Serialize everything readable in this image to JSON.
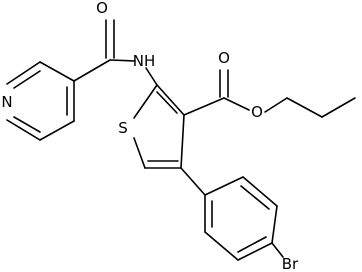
{
  "molecule": {
    "atoms": {
      "O_amide": "O",
      "NH": "NH",
      "N_pyridine": "N",
      "S": "S",
      "O_carbonyl": "O",
      "O_ester": "O",
      "Br": "Br"
    }
  },
  "colors": {
    "bond": "#000000",
    "text": "#000000",
    "background": "#ffffff"
  }
}
